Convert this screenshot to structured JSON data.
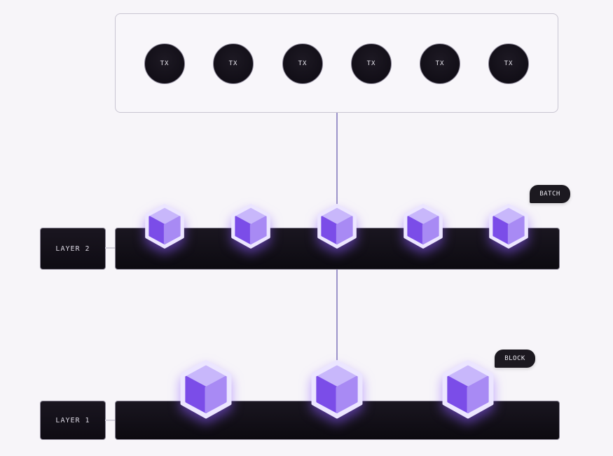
{
  "transactions": [
    "TX",
    "TX",
    "TX",
    "TX",
    "TX",
    "TX"
  ],
  "layer2": {
    "label": "LAYER 2",
    "badge": "BATCH",
    "cube_count": 5
  },
  "layer1": {
    "label": "LAYER 1",
    "badge": "BLOCK",
    "cube_count": 3
  },
  "colors": {
    "cube_top": "#c8b7fb",
    "cube_left": "#7b4de8",
    "cube_right": "#a88af4",
    "cube_outline": "#ece6ff",
    "bar": "#120f17",
    "line": "#9c93c9"
  }
}
